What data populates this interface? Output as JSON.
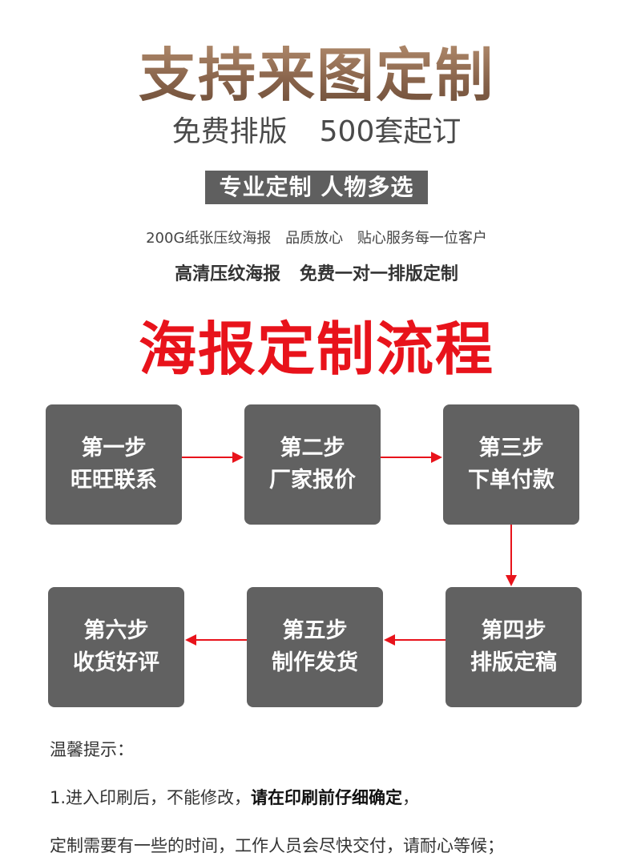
{
  "header": {
    "title": "支持来图定制",
    "subtitle_left": "免费排版",
    "subtitle_right": "500套起订",
    "badge": "专业定制 人物多选",
    "desc_parts": [
      "200G纸张压纹海报",
      "品质放心",
      "贴心服务每一位客户"
    ],
    "feature_parts": [
      "高清压纹海报",
      "免费一对一排版定制"
    ]
  },
  "process": {
    "title": "海报定制流程",
    "steps": [
      {
        "step": "第一步",
        "label": "旺旺联系"
      },
      {
        "step": "第二步",
        "label": "厂家报价"
      },
      {
        "step": "第三步",
        "label": "下单付款"
      },
      {
        "step": "第四步",
        "label": "排版定稿"
      },
      {
        "step": "第五步",
        "label": "制作发货"
      },
      {
        "step": "第六步",
        "label": "收货好评"
      }
    ],
    "arrow_color": "#e8131b"
  },
  "tips": {
    "heading": "温馨提示：",
    "line1_normal": "1.进入印刷后，不能修改，",
    "line1_bold": "请在印刷前仔细确定",
    "line1_end": "，",
    "line2": "定制需要有一些的时间，工作人员会尽快交付，请耐心等候；"
  },
  "colors": {
    "title_brown": "#8f6d55",
    "badge_gray": "#5f5f5f",
    "step_gray": "#616161",
    "red": "#e8131b"
  }
}
